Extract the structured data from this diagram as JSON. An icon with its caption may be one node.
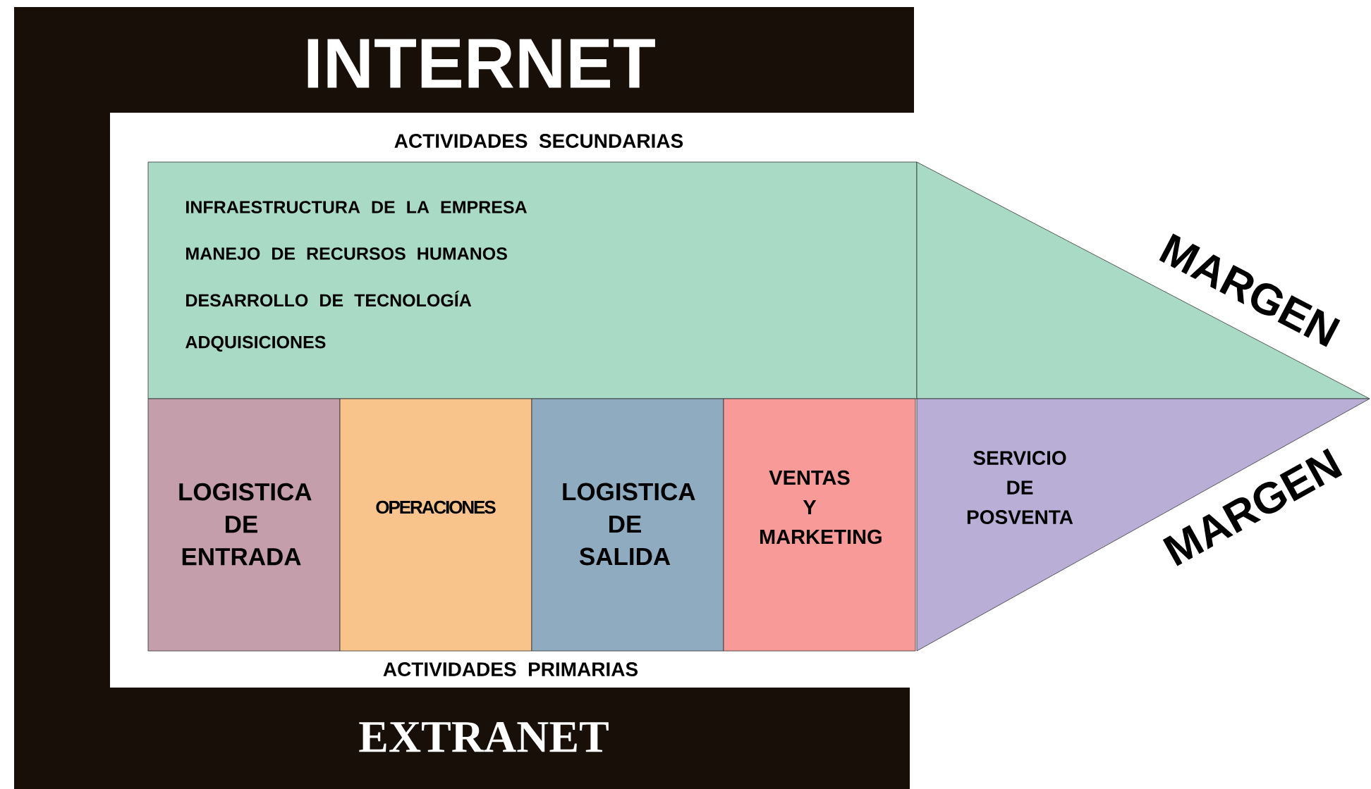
{
  "diagram": {
    "nodes": [
      {
        "text": [
          "INTERNET",
          "EXTRANET"
        ]
      },
      {
        "text": [
          "INFRAESTRUCTURA DE LA EMPRESA",
          "MANEJO DE RECURSOS HUMANOS",
          "DESARROLLO DE TECNOLOGÍA",
          "ADQUISICIONES"
        ]
      },
      {
        "text": [
          "LOGISTICA DE ENTRADA"
        ]
      },
      {
        "text": [
          "OPERACIONES"
        ]
      },
      {
        "text": [
          "LOGISTICA DE SALIDA"
        ]
      },
      {
        "text": [
          "VENTAS Y MARKETING"
        ]
      },
      {
        "text": [
          "MARGEN"
        ]
      },
      {
        "text": [
          "SERVICIO DE POSVENTA",
          "MARGEN"
        ]
      }
    ],
    "edges": [],
    "labels": [
      "ACTIVIDADES SECUNDARIAS",
      "ACTIVIDADES PRIMARIAS"
    ]
  }
}
